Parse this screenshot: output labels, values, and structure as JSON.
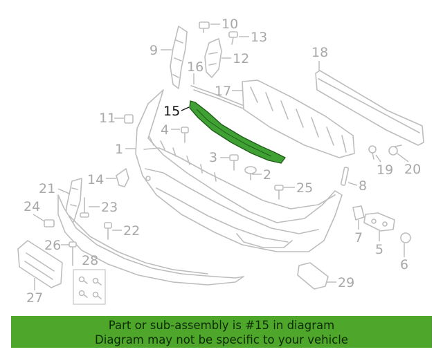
{
  "diagram": {
    "highlight_color": "#3fa033",
    "banner_color": "#4ea72a",
    "callouts": {
      "c1": "1",
      "c2": "2",
      "c3": "3",
      "c4": "4",
      "c5": "5",
      "c6": "6",
      "c7": "7",
      "c8": "8",
      "c9": "9",
      "c10": "10",
      "c11": "11",
      "c12": "12",
      "c13": "13",
      "c14": "14",
      "c15": "15",
      "c16": "16",
      "c17": "17",
      "c18": "18",
      "c19": "19",
      "c20": "20",
      "c21": "21",
      "c22": "22",
      "c23": "23",
      "c24": "24",
      "c25": "25",
      "c26": "26",
      "c27": "27",
      "c28": "28",
      "c29": "29"
    },
    "highlighted_part": "15"
  },
  "banner": {
    "line1": "Part or sub-assembly is #15 in diagram",
    "line2": "Diagram may not be specific to your vehicle"
  }
}
